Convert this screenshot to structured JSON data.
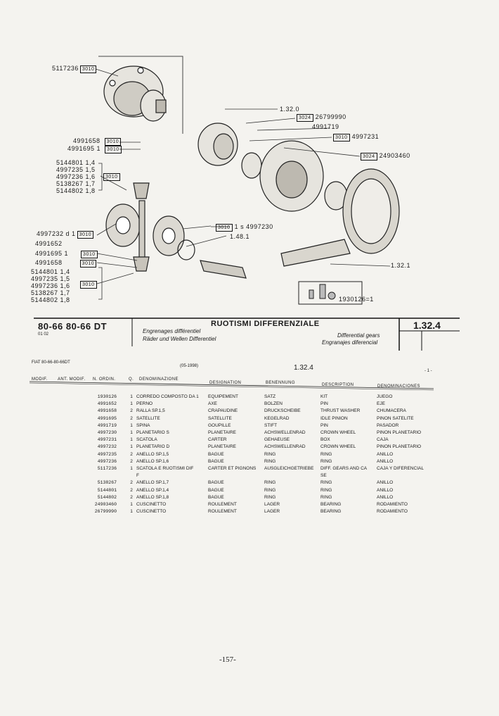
{
  "callouts": {
    "top_part": "5117236",
    "top_box": "3010",
    "c_1320": "1.32.0",
    "c_26799990_box": "3024",
    "c_26799990": "26799990",
    "c_4991719": "4991719",
    "c_4997231_box": "3010",
    "c_4997231": "4997231",
    "c_24903460_box": "3024",
    "c_24903460": "24903460",
    "left_4991658": "4991658",
    "left_4991695": "4991695 1",
    "left_group1": [
      "5144801 1,4",
      "4997235 1,5",
      "4997236 1,6",
      "5138267 1,7",
      "5144802 1,8"
    ],
    "mid_box1": "3010",
    "mid_box2": "3010",
    "mid_box3": "3010",
    "c_4997230_box": "3010",
    "c_4997230": "1 s 4997230",
    "c_1481": "1.48.1",
    "left_4997232": "4997232 d 1",
    "left_4991652": "4991652",
    "left_4991695b": "4991695 1",
    "left_4991658b": "4991658",
    "left_group2": [
      "5144801 1,4",
      "4997235 1,5",
      "4997236 1,6",
      "5138267 1,7",
      "5144802 1,8"
    ],
    "c_1321": "1.32.1",
    "kit": "1930126=1"
  },
  "header": {
    "model": "80-66 80-66 DT",
    "model_sub": "01   02",
    "title": "RUOTISMI DIFFERENZIALE",
    "title_fr": "Engrenages différentiel",
    "title_de": "Räder und Wellen Differentiel",
    "title_en": "Differential gears",
    "title_es": "Engranajes diferencial",
    "ref": "1.32.4"
  },
  "meta": {
    "fiat": "FIAT 80-66-80-66DT",
    "date": "(05-1998)",
    "ref": "1.32.4",
    "page_marker": "- 1 -"
  },
  "table_headers": [
    "MODIF.",
    "ANT. MODIF.",
    "N. ORDIN.",
    "Q.",
    "DENOMINAZIONE",
    "DESIGNATION",
    "BENENNUNG",
    "DESCRIPTION",
    "DENOMINACIONES"
  ],
  "rows": [
    {
      "n": "1930126",
      "q": "1",
      "it": "CORREDO COMPOSTO DA 1",
      "fr": "EQUIPEMENT",
      "de": "SATZ",
      "en": "KIT",
      "es": "JUEGO"
    },
    {
      "n": "4991652",
      "q": "1",
      "it": "PERNO",
      "fr": "AXE",
      "de": "BOLZEN",
      "en": "PIN",
      "es": "EJE"
    },
    {
      "n": "4991658",
      "q": "2",
      "it": "RALLA SP.1,5",
      "fr": "CRAPAUDINE",
      "de": "DRUCKSCHEIBE",
      "en": "THRUST WASHER",
      "es": "CHUMACERA"
    },
    {
      "n": "4991695",
      "q": "2",
      "it": "SATELLITE",
      "fr": "SATELLITE",
      "de": "KEGELRAD",
      "en": "IDLE PINION",
      "es": "PINON SATELITE"
    },
    {
      "n": "4991719",
      "q": "1",
      "it": "SPINA",
      "fr": "GOUPILLE",
      "de": "STIFT",
      "en": "PIN",
      "es": "PASADOR"
    },
    {
      "n": "4997230",
      "q": "1",
      "it": "PLANETARIO S",
      "fr": "PLANETAIRE",
      "de": "ACHSWELLENRAD",
      "en": "CROWN WHEEL",
      "es": "PINON PLANETARIO"
    },
    {
      "n": "4997231",
      "q": "1",
      "it": "SCATOLA",
      "fr": "CARTER",
      "de": "GEHAEUSE",
      "en": "BOX",
      "es": "CAJA"
    },
    {
      "n": "4997232",
      "q": "1",
      "it": "PLANETARIO D",
      "fr": "PLANETAIRE",
      "de": "ACHSWELLENRAD",
      "en": "CROWN WHEEL",
      "es": "PINON PLANETARIO"
    },
    {
      "n": "4997235",
      "q": "2",
      "it": "ANELLO SP.1,5",
      "fr": "BAGUE",
      "de": "RING",
      "en": "RING",
      "es": "ANILLO"
    },
    {
      "n": "4997236",
      "q": "2",
      "it": "ANELLO SP.1,6",
      "fr": "BAGUE",
      "de": "RING",
      "en": "RING",
      "es": "ANILLO"
    },
    {
      "n": "5117236",
      "q": "1",
      "it": "SCATOLA E RUOTISMI DIF",
      "fr": "CARTER ET PIGNONS",
      "de": "AUSGLEICHGETRIEBE",
      "en": "DIFF. GEARS AND CA",
      "es": "CAJA Y DIFERENCIAL"
    },
    {
      "n": "",
      "q": "",
      "it": "F",
      "fr": "",
      "de": "",
      "en": "SE",
      "es": ""
    },
    {
      "n": "5138267",
      "q": "2",
      "it": "ANELLO SP.1,7",
      "fr": "BAGUE",
      "de": "RING",
      "en": "RING",
      "es": "ANILLO"
    },
    {
      "n": "5144801",
      "q": "2",
      "it": "ANELLO SP.1,4",
      "fr": "BAGUE",
      "de": "RING",
      "en": "RING",
      "es": "ANILLO"
    },
    {
      "n": "5144802",
      "q": "2",
      "it": "ANELLO SP.1,8",
      "fr": "BAGUE",
      "de": "RING",
      "en": "RING",
      "es": "ANILLO"
    },
    {
      "n": "24903460",
      "q": "1",
      "it": "CUSCINETTO",
      "fr": "ROULEMENT",
      "de": "LAGER",
      "en": "BEARING",
      "es": "RODAMIENTO"
    },
    {
      "n": "26799990",
      "q": "1",
      "it": "CUSCINETTO",
      "fr": "ROULEMENT",
      "de": "LAGER",
      "en": "BEARING",
      "es": "RODAMIENTO"
    }
  ],
  "page_number": "-157-"
}
